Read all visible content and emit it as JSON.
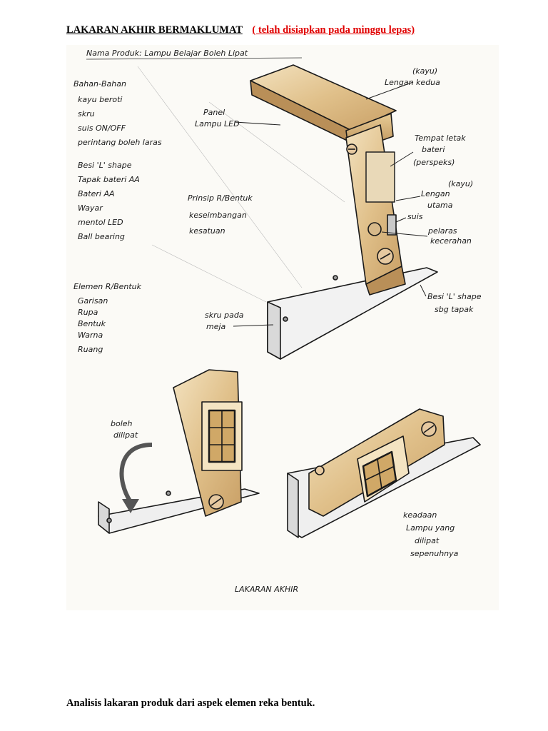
{
  "header": {
    "title": "LAKARAN AKHIR BERMAKLUMAT",
    "note": "( telah disiapkan pada minggu lepas)"
  },
  "sketch": {
    "product_name": "Nama Produk: Lampu Belajar Boleh Lipat",
    "materials_title": "Bahan-Bahan",
    "materials": [
      "kayu beroti",
      "skru",
      "suis ON/OFF",
      "perintang boleh laras",
      "Besi 'L' shape",
      "Tapak bateri AA",
      "Bateri AA",
      "Wayar",
      "mentol LED",
      "Ball bearing"
    ],
    "principles_title": "Prinsip R/Bentuk",
    "principles": [
      "keseimbangan",
      "kesatuan"
    ],
    "elements_title": "Elemen R/Bentuk",
    "elements": [
      "Garisan",
      "Rupa",
      "Bentuk",
      "Warna",
      "Ruang"
    ],
    "labels": {
      "arm_top_a": "(kayu)",
      "arm_top_b": "Lengan kedua",
      "panel_a": "Panel",
      "panel_b": "Lampu LED",
      "battery_a": "Tempat letak",
      "battery_b": "bateri",
      "battery_c": "(perspeks)",
      "main_arm_a": "(kayu)",
      "main_arm_b": "Lengan",
      "main_arm_c": "utama",
      "switch": "suis",
      "dimmer_a": "pelaras",
      "dimmer_b": "kecerahan",
      "base_a": "Besi 'L' shape",
      "base_b": "sbg tapak",
      "screw_a": "skru pada",
      "screw_b": "meja",
      "fold_a": "boleh",
      "fold_b": "dilipat",
      "folded_a": "keadaan",
      "folded_b": "Lampu yang",
      "folded_c": "dilipat",
      "folded_d": "sepenuhnya",
      "caption": "LAKARAN AKHIR"
    }
  },
  "footer": {
    "text": "Analisis lakaran produk dari aspek elemen reka bentuk."
  }
}
